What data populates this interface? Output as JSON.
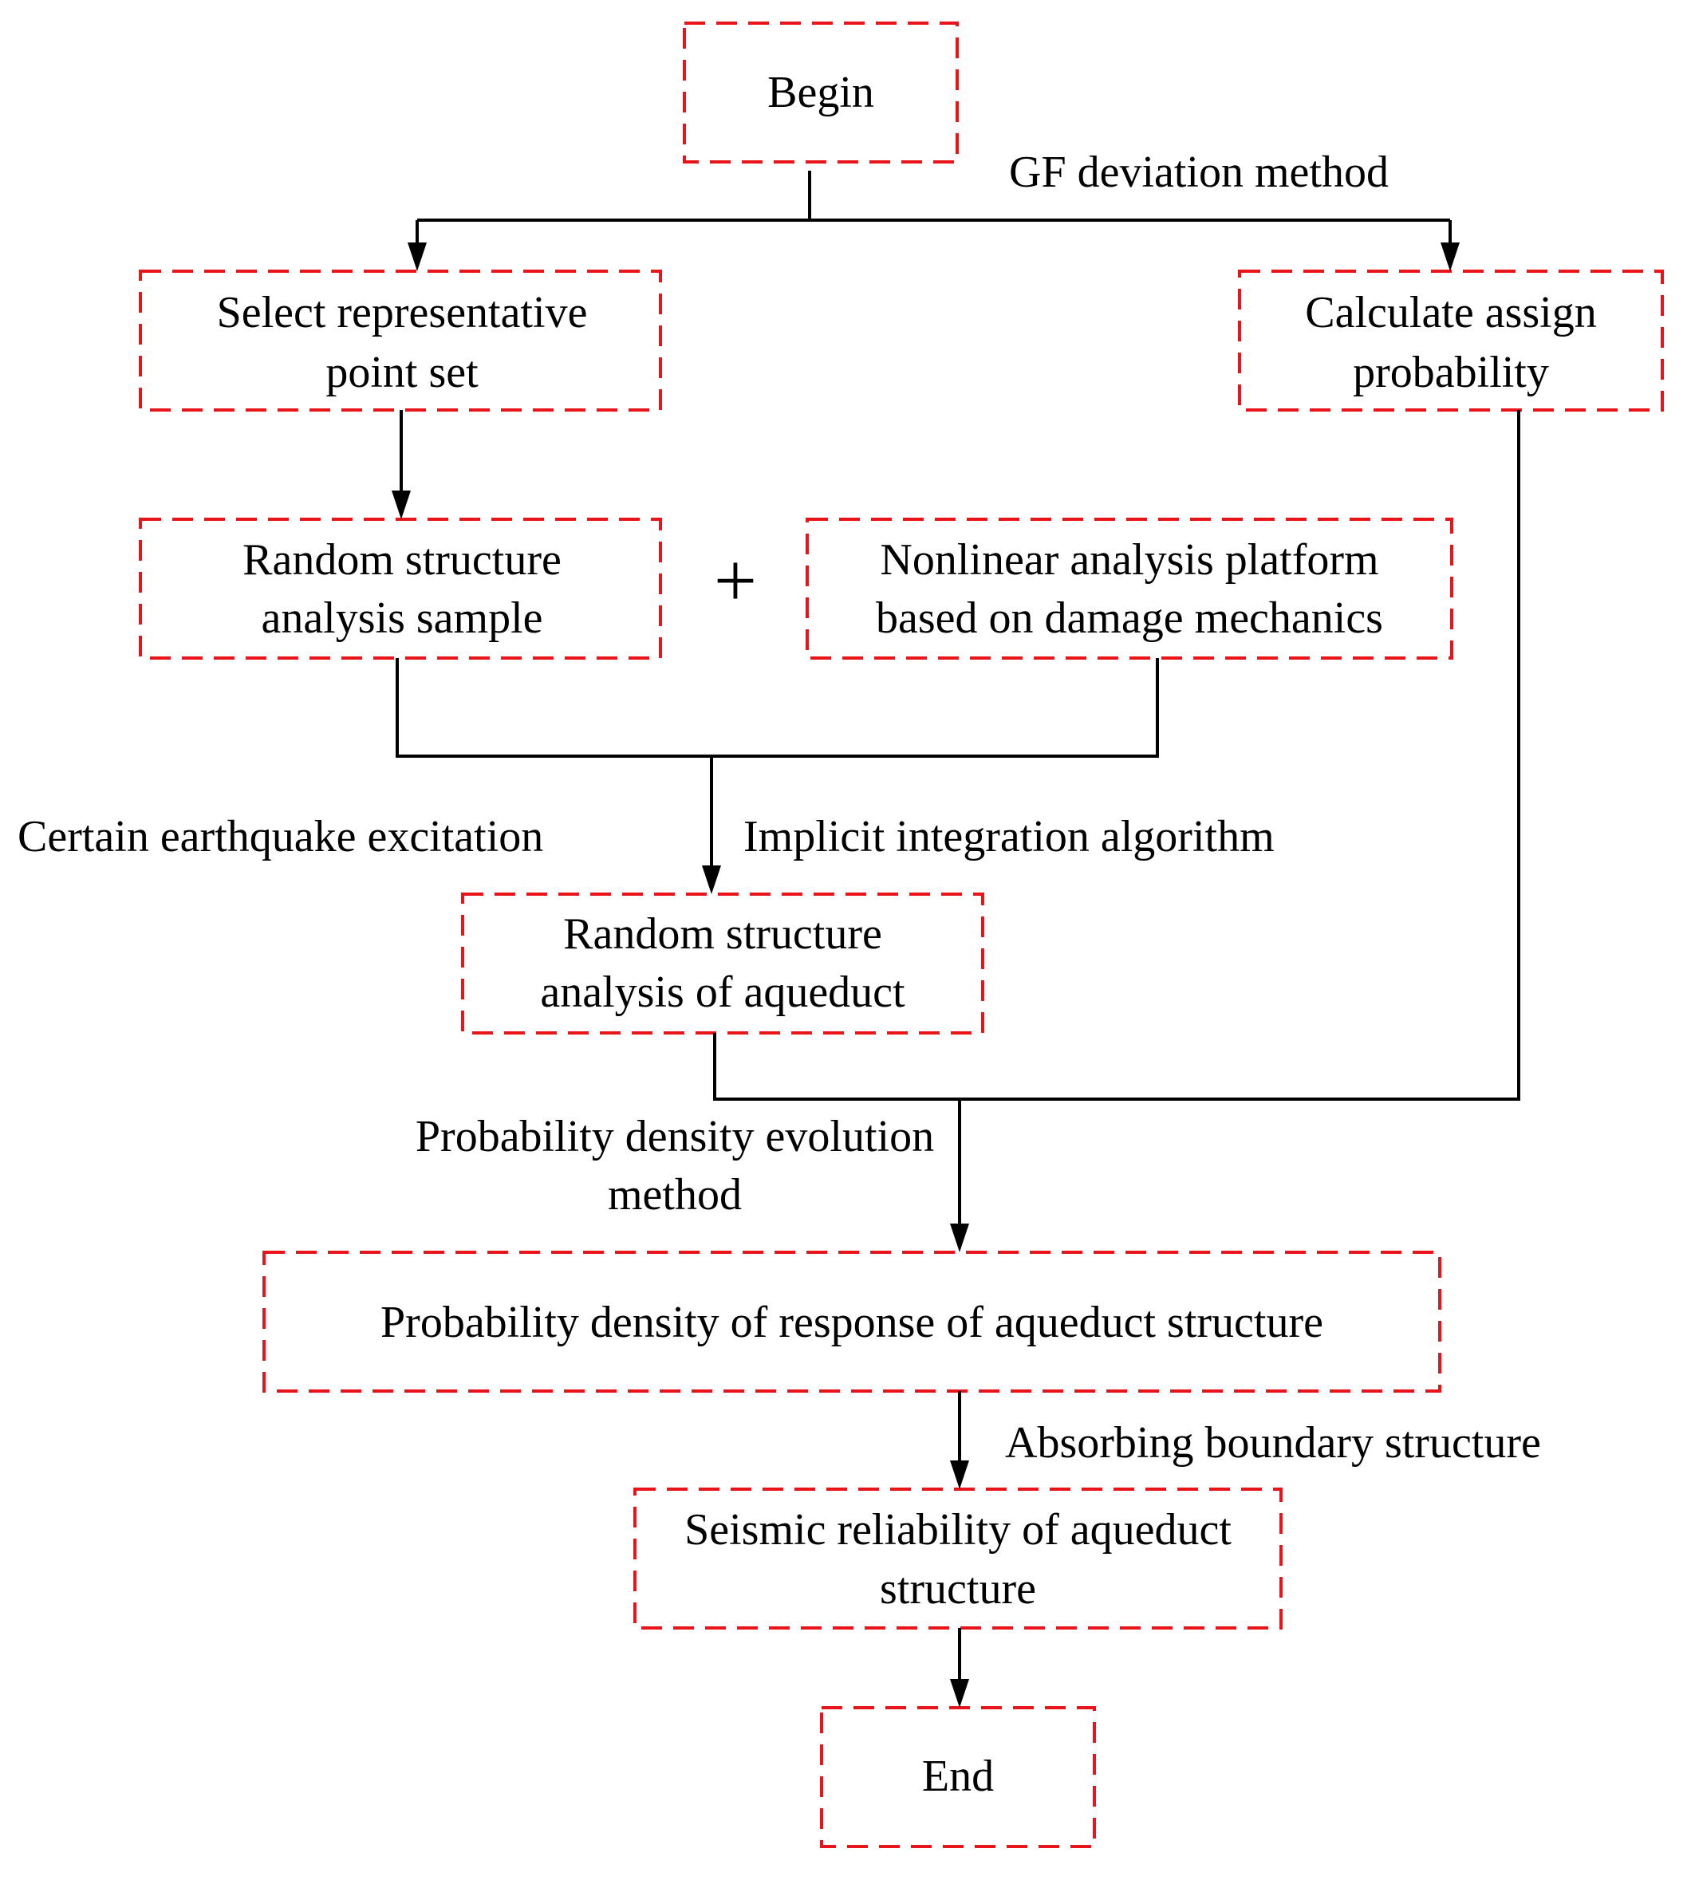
{
  "colors": {
    "box_border": "#e8141a",
    "connector": "#000000",
    "text": "#000000",
    "background": "#ffffff"
  },
  "nodes": {
    "begin": {
      "line1": "Begin"
    },
    "select_points": {
      "line1": "Select representative",
      "line2": "point set"
    },
    "calculate_probability": {
      "line1": "Calculate assign",
      "line2": "probability"
    },
    "random_sample": {
      "line1": "Random structure",
      "line2": "analysis sample"
    },
    "nonlinear_platform": {
      "line1": "Nonlinear analysis platform",
      "line2": "based on damage mechanics"
    },
    "random_analysis_aqueduct": {
      "line1": "Random structure",
      "line2": "analysis of aqueduct"
    },
    "probability_density_response": {
      "line1": "Probability density of response of aqueduct structure"
    },
    "seismic_reliability": {
      "line1": "Seismic reliability of aqueduct",
      "line2": "structure"
    },
    "end": {
      "line1": "End"
    }
  },
  "operators": {
    "plus": "+"
  },
  "edge_labels": {
    "gf_deviation": "GF deviation method",
    "certain_earthquake": "Certain earthquake excitation",
    "implicit_integration": "Implicit integration algorithm",
    "pdem_line1": "Probability density evolution",
    "pdem_line2": "method",
    "absorbing_boundary": "Absorbing boundary structure"
  }
}
